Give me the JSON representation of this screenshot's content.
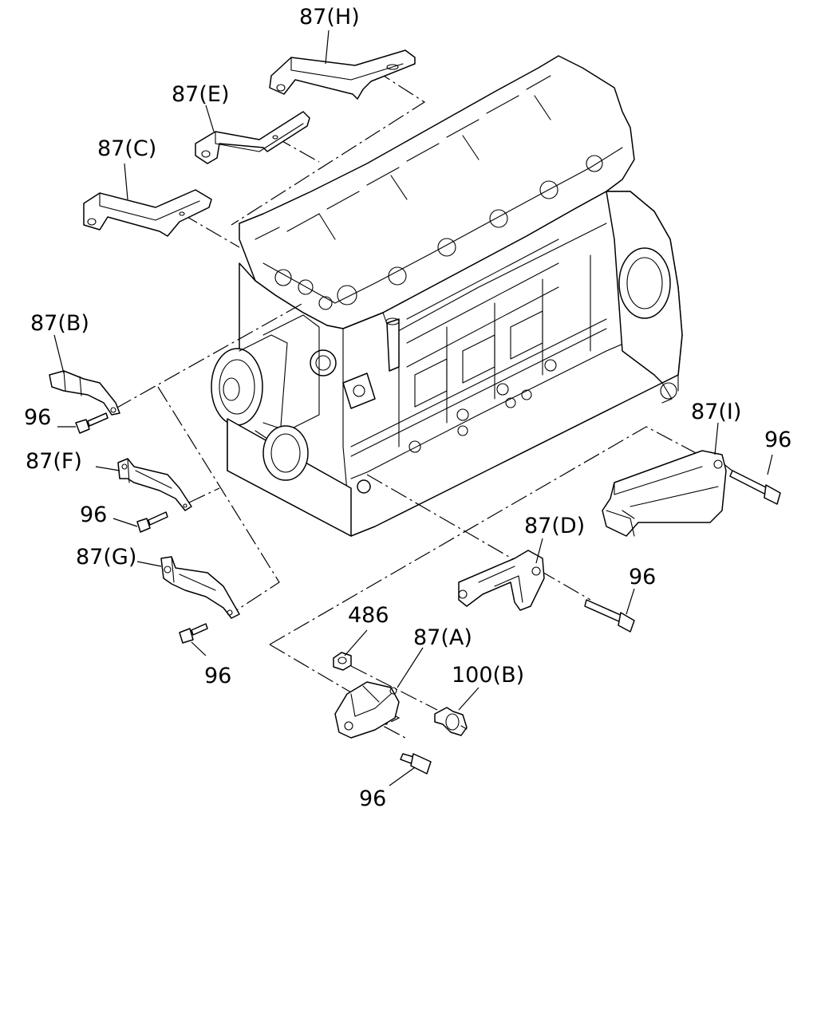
{
  "callouts": {
    "h": "87(H)",
    "e": "87(E)",
    "c": "87(C)",
    "b": "87(B)",
    "f": "87(F)",
    "g": "87(G)",
    "i": "87(I)",
    "d": "87(D)",
    "a": "87(A)",
    "n486": "486",
    "n100b": "100(B)",
    "bolt_b": "96",
    "bolt_f": "96",
    "bolt_g": "96",
    "bolt_i": "96",
    "bolt_d": "96",
    "bolt_a": "96"
  }
}
